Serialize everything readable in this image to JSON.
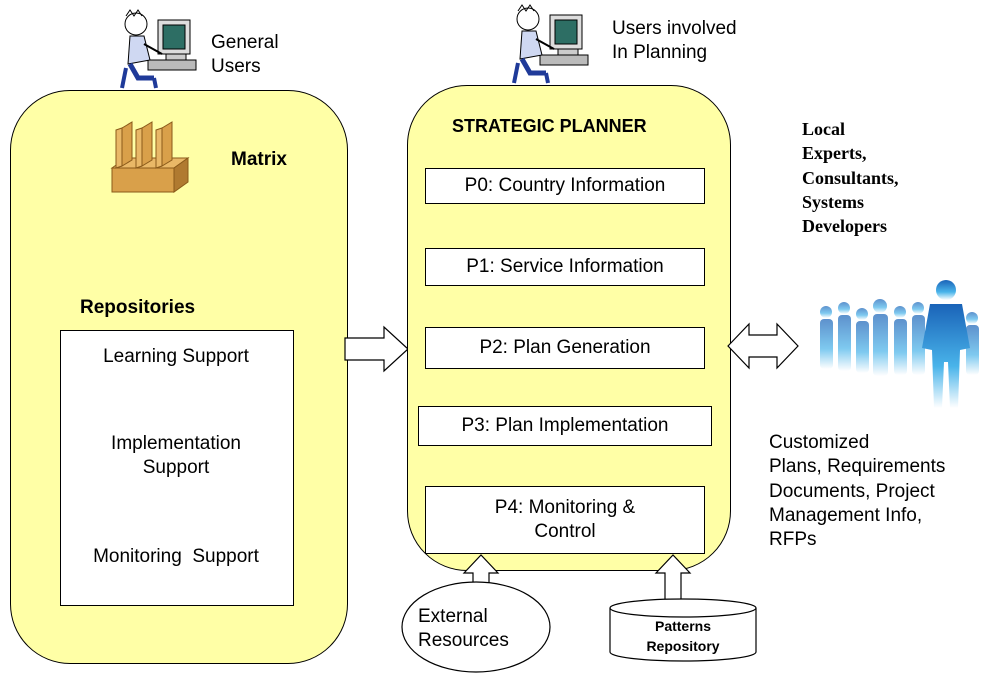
{
  "general_users": {
    "line1": "General",
    "line2": "Users"
  },
  "planning_users": {
    "line1": "Users involved",
    "line2": "In Planning"
  },
  "left_panel": {
    "matrix_label": "Matrix",
    "repositories_label": "Repositories",
    "repo_items": [
      "Learning Support",
      "Implementation",
      "Support",
      "Monitoring  Support"
    ]
  },
  "planner": {
    "title": "STRATEGIC PLANNER",
    "phases": [
      "P0: Country Information",
      "P1: Service Information",
      "P2: Plan Generation",
      "P3: Plan Implementation",
      "P4: Monitoring &",
      "Control"
    ]
  },
  "experts": {
    "lines": [
      "Local",
      "Experts,",
      "Consultants,",
      "Systems",
      "Developers"
    ]
  },
  "outputs": {
    "lines": [
      "Customized",
      "Plans, Requirements",
      "Documents, Project",
      "Management Info,",
      "RFPs"
    ]
  },
  "external": {
    "line1": "External",
    "line2": "Resources"
  },
  "patterns": {
    "line1": "Patterns",
    "line2": "Repository"
  },
  "colors": {
    "panel_fill": "#ffffa6",
    "matrix_icon": "#d9a04a",
    "people_icon": "#3fa9e0"
  }
}
